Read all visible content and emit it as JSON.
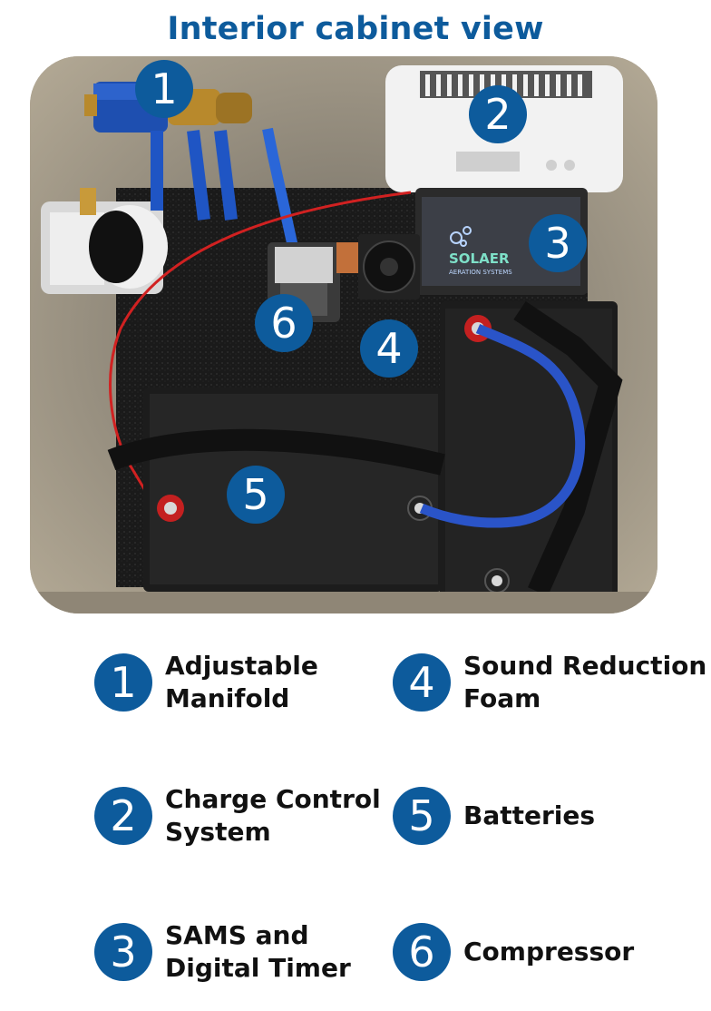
{
  "title": "Interior cabinet view",
  "photo": {
    "badges": [
      "1",
      "2",
      "3",
      "6",
      "4",
      "5"
    ],
    "brand_logo_text": "SOLAER",
    "brand_logo_subtext": "AERATION SYSTEMS"
  },
  "legend": [
    {
      "number": "1",
      "line1": "Adjustable",
      "line2": "Manifold"
    },
    {
      "number": "4",
      "line1": "Sound Reduction",
      "line2": "Foam"
    },
    {
      "number": "2",
      "line1": "Charge Control",
      "line2": "System"
    },
    {
      "number": "5",
      "line1": "Batteries",
      "line2": ""
    },
    {
      "number": "3",
      "line1": "SAMS and",
      "line2": "Digital Timer"
    },
    {
      "number": "6",
      "line1": "Compressor",
      "line2": ""
    }
  ],
  "colors": {
    "accent": "#0d5b9c",
    "text": "#111111",
    "cabinet_wall": "#a69c8c"
  }
}
